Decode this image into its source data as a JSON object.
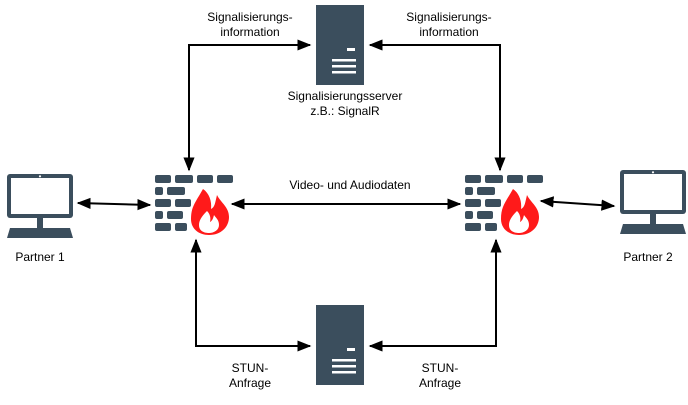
{
  "labels": {
    "signal_info_left": [
      "Signalisierungs-",
      "information"
    ],
    "signal_info_right": [
      "Signalisierungs-",
      "information"
    ],
    "signal_server": [
      "Signalisierungsserver",
      "z.B.: SignalR"
    ],
    "media": "Video- und Audiodaten",
    "partner1": "Partner 1",
    "partner2": "Partner 2",
    "stun_left": [
      "STUN-",
      "Anfrage"
    ],
    "stun_right": [
      "STUN-",
      "Anfrage"
    ]
  },
  "colors": {
    "device": "#3b4e5d",
    "fire_outer": "#ff1a1a",
    "fire_inner": "#ffffff",
    "arrow": "#000000"
  },
  "icons": {
    "server": "server-icon",
    "firewall": "firewall-icon",
    "computer": "computer-icon"
  }
}
